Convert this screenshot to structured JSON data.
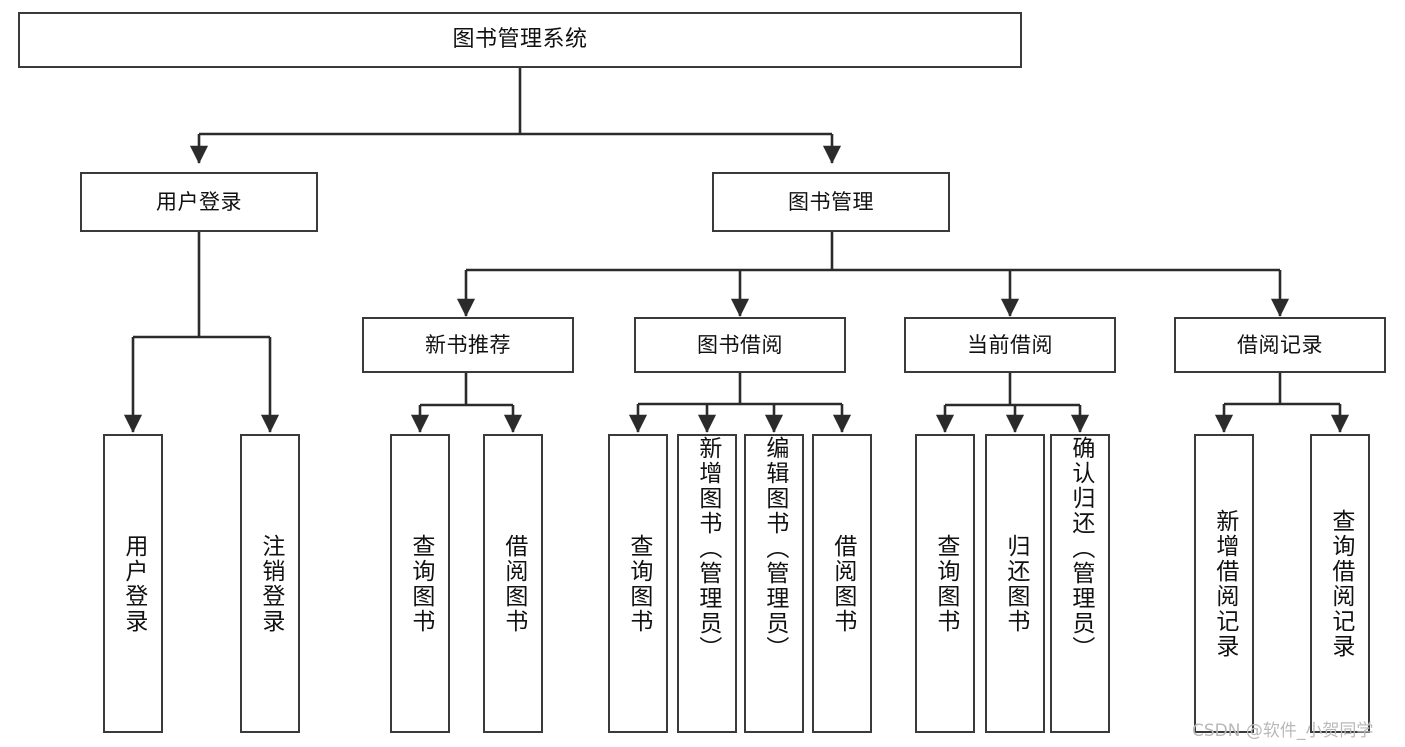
{
  "diagram": {
    "type": "tree-hierarchy-chart",
    "title": "图书管理系统",
    "style": {
      "box_border_color": "#3a3a3a",
      "box_fill_color": "#ffffff",
      "edge_color": "#2b2b2b",
      "text_color": "#111111",
      "background": "#ffffff",
      "watermark_color": "#b9b9b9"
    },
    "levels": 3,
    "nodes": [
      {
        "id": "root",
        "label": "图书管理系统",
        "level": 0,
        "orientation": "horizontal",
        "parent": null
      },
      {
        "id": "login",
        "label": "用户登录",
        "level": 1,
        "orientation": "horizontal",
        "parent": "root"
      },
      {
        "id": "bookmgmt",
        "label": "图书管理",
        "level": 1,
        "orientation": "horizontal",
        "parent": "root"
      },
      {
        "id": "newbook",
        "label": "新书推荐",
        "level": 2,
        "orientation": "horizontal",
        "parent": "bookmgmt"
      },
      {
        "id": "borrow",
        "label": "图书借阅",
        "level": 2,
        "orientation": "horizontal",
        "parent": "bookmgmt"
      },
      {
        "id": "current",
        "label": "当前借阅",
        "level": 2,
        "orientation": "horizontal",
        "parent": "bookmgmt"
      },
      {
        "id": "records",
        "label": "借阅记录",
        "level": 2,
        "orientation": "horizontal",
        "parent": "bookmgmt"
      },
      {
        "id": "leaf-user-login",
        "label": "用户登录",
        "level": 3,
        "orientation": "vertical",
        "parent": "login"
      },
      {
        "id": "leaf-logout",
        "label": "注销登录",
        "level": 3,
        "orientation": "vertical",
        "parent": "login"
      },
      {
        "id": "leaf-newbook-query",
        "label": "查询图书",
        "level": 3,
        "orientation": "vertical",
        "parent": "newbook"
      },
      {
        "id": "leaf-newbook-borrow",
        "label": "借阅图书",
        "level": 3,
        "orientation": "vertical",
        "parent": "newbook"
      },
      {
        "id": "leaf-borrow-query",
        "label": "查询图书",
        "level": 3,
        "orientation": "vertical",
        "parent": "borrow"
      },
      {
        "id": "leaf-borrow-add",
        "label": "新增图书（管理员）",
        "level": 3,
        "orientation": "vertical",
        "parent": "borrow"
      },
      {
        "id": "leaf-borrow-edit",
        "label": "编辑图书（管理员）",
        "level": 3,
        "orientation": "vertical",
        "parent": "borrow"
      },
      {
        "id": "leaf-borrow-lend",
        "label": "借阅图书",
        "level": 3,
        "orientation": "vertical",
        "parent": "borrow"
      },
      {
        "id": "leaf-current-query",
        "label": "查询图书",
        "level": 3,
        "orientation": "vertical",
        "parent": "current"
      },
      {
        "id": "leaf-current-return",
        "label": "归还图书",
        "level": 3,
        "orientation": "vertical",
        "parent": "current"
      },
      {
        "id": "leaf-current-confirm",
        "label": "确认归还（管理员）",
        "level": 3,
        "orientation": "vertical",
        "parent": "current"
      },
      {
        "id": "leaf-records-add",
        "label": "新增借阅记录",
        "level": 3,
        "orientation": "vertical",
        "parent": "records"
      },
      {
        "id": "leaf-records-query",
        "label": "查询借阅记录",
        "level": 3,
        "orientation": "vertical",
        "parent": "records"
      }
    ],
    "watermark": "CSDN @软件_小贺同学"
  }
}
